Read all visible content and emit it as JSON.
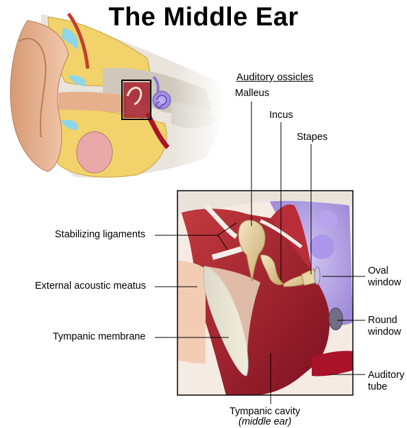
{
  "title": "The Middle Ear",
  "labels": {
    "auditory_ossicles": "Auditory ossicles",
    "malleus": "Malleus",
    "incus": "Incus",
    "stapes": "Stapes",
    "stabilizing_ligaments": "Stabilizing ligaments",
    "external_acoustic_meatus": "External acoustic meatus",
    "tympanic_membrane": "Tympanic membrane",
    "oval_window_1": "Oval",
    "oval_window_2": "window",
    "round_window_1": "Round",
    "round_window_2": "window",
    "auditory_tube_1": "Auditory",
    "auditory_tube_2": "tube",
    "tympanic_cavity_1": "Tympanic cavity",
    "tympanic_cavity_2": "(middle ear)"
  },
  "colors": {
    "skin": "#e8b592",
    "bone": "#f2d26a",
    "tissue_red": "#9b1b2a",
    "cochlea": "#9b7fe0",
    "ossicle": "#e6d3a6",
    "membrane": "#d8dce8"
  }
}
